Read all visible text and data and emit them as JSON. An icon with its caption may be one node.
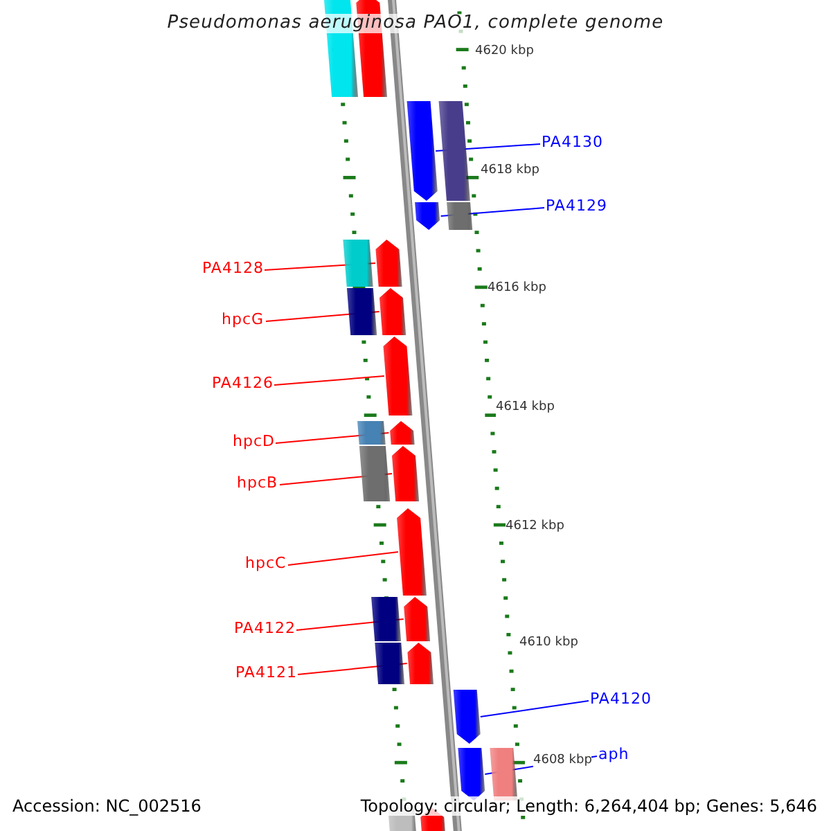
{
  "diagram": {
    "title": "Pseudomonas aeruginosa PAO1, complete genome",
    "nodes": [
      {
        "text": [
          "PA4130"
        ]
      },
      {
        "text": [
          "PA4129"
        ]
      },
      {
        "text": [
          "PA4128"
        ]
      },
      {
        "text": [
          "hpcG"
        ]
      },
      {
        "text": [
          "PA4126"
        ]
      },
      {
        "text": [
          "hpcD"
        ]
      },
      {
        "text": [
          "hpcB"
        ]
      },
      {
        "text": [
          "hpcC"
        ]
      },
      {
        "text": [
          "PA4122"
        ]
      },
      {
        "text": [
          "PA4121"
        ]
      },
      {
        "text": [
          "PA4120"
        ]
      },
      {
        "text": [
          "aph"
        ]
      },
      {
        "text": [],
        "shape": "arrow"
      },
      {
        "text": [],
        "shape": "arrow"
      },
      {
        "text": [],
        "shape": "arrow"
      },
      {
        "text": [],
        "shape": "arrow"
      },
      {
        "text": [],
        "shape": "arrow"
      },
      {
        "text": [],
        "shape": "arrow"
      },
      {
        "text": [],
        "shape": "arrow"
      },
      {
        "text": [],
        "shape": "arrow"
      },
      {
        "text": [],
        "shape": "arrow"
      },
      {
        "text": [],
        "shape": "arrow"
      },
      {
        "text": [],
        "shape": "arrow"
      },
      {
        "text": [],
        "shape": "arrow"
      },
      {
        "text": [],
        "shape": "arrow"
      },
      {
        "text": [],
        "shape": "arrow"
      },
      {
        "text": [],
        "shape": "box"
      },
      {
        "text": [],
        "shape": "box"
      },
      {
        "text": [],
        "shape": "box"
      },
      {
        "text": [],
        "shape": "box"
      },
      {
        "text": [],
        "shape": "box"
      },
      {
        "text": [],
        "shape": "box"
      },
      {
        "text": [],
        "shape": "box"
      },
      {
        "text": [],
        "shape": "box"
      },
      {
        "text": [],
        "shape": "box"
      },
      {
        "text": [],
        "shape": "box"
      },
      {
        "text": [],
        "shape": "box"
      }
    ],
    "edges": [
      {
        "from": 0,
        "to": 13,
        "arrow": "none",
        "color": "#0000ff"
      },
      {
        "from": 1,
        "to": 14,
        "arrow": "none",
        "color": "#0000ff"
      },
      {
        "from": 2,
        "to": 15,
        "arrow": "none"
      },
      {
        "from": 3,
        "to": 16,
        "arrow": "none"
      },
      {
        "from": 4,
        "to": 17,
        "arrow": "none"
      },
      {
        "from": 5,
        "to": 18,
        "arrow": "none"
      },
      {
        "from": 6,
        "to": 19,
        "arrow": "none"
      },
      {
        "from": 7,
        "to": 20,
        "arrow": "none"
      },
      {
        "from": 8,
        "to": 21,
        "arrow": "none"
      },
      {
        "from": 9,
        "to": 22,
        "arrow": "none"
      },
      {
        "from": 10,
        "to": 23,
        "arrow": "none",
        "color": "#0000ff"
      },
      {
        "from": 11,
        "to": 24,
        "arrow": "none",
        "color": "#0000ff"
      }
    ],
    "labels": [
      "4620 kbp",
      "4618 kbp",
      "4616 kbp",
      "4614 kbp",
      "4612 kbp",
      "4610 kbp",
      "4608 kbp",
      "Accession: NC_002516",
      "Topology: circular; Length: 6,264,404 bp; Genes: 5,646"
    ]
  }
}
